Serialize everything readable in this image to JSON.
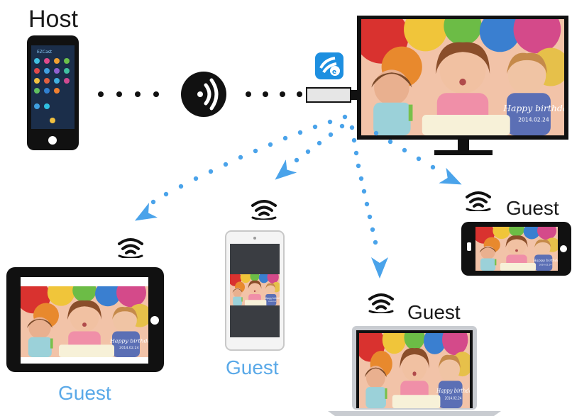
{
  "labels": {
    "host": "Host",
    "guest_tablet": "Guest",
    "guest_phone_portrait": "Guest",
    "guest_laptop": "Guest",
    "guest_phone_landscape": "Guest"
  },
  "photo_caption": {
    "text": "Happy birthday",
    "date": "2014.02.24"
  },
  "colors": {
    "accent_blue": "#4aa3ea",
    "device_black": "#111111",
    "app_icon_blue": "#1d8fe0"
  },
  "icons": [
    "wifi-broadcast-icon",
    "ezcast-app-icon",
    "arrow-icon"
  ]
}
